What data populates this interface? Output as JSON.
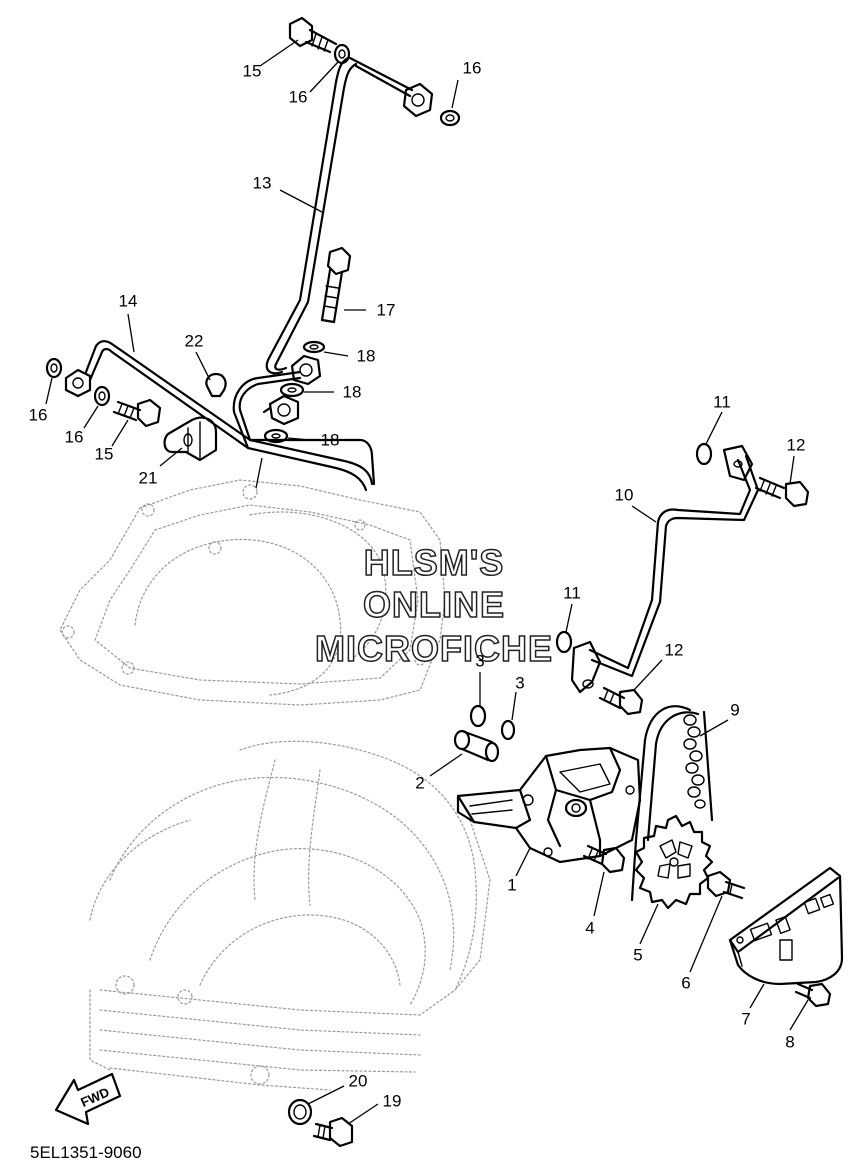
{
  "watermark": {
    "line1": "HLSM'S",
    "line2": "ONLINE",
    "line3": "MICROFICHE"
  },
  "diagram_code": "5EL1351-9060",
  "direction_label": "FWD",
  "callouts": [
    "1",
    "2",
    "3",
    "3",
    "4",
    "5",
    "6",
    "7",
    "8",
    "9",
    "10",
    "11",
    "11",
    "12",
    "12",
    "13",
    "14",
    "15",
    "15",
    "16",
    "16",
    "16",
    "16",
    "17",
    "18",
    "18",
    "18",
    "19",
    "20",
    "21",
    "22"
  ]
}
